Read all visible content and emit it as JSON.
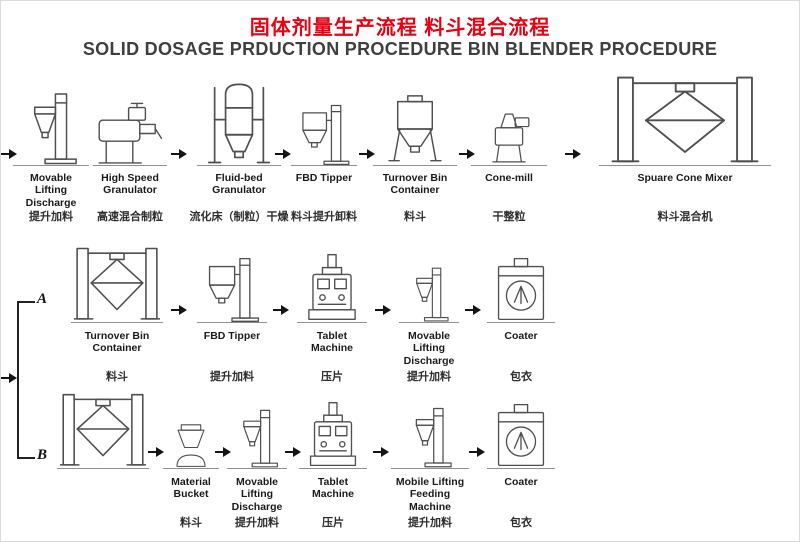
{
  "header": {
    "title_cn": "固体剂量生产流程 料斗混合流程",
    "title_en": "SOLID DOSAGE PRDUCTION PROCEDURE BIN BLENDER PROCEDURE"
  },
  "connectors": {
    "branch_a": "A",
    "branch_b": "B"
  },
  "rows": [
    {
      "items": [
        {
          "en": "Movable Lifting Discharge",
          "cn": "提升加料",
          "icon": "lifting-column-icon"
        },
        {
          "en": "High Speed Granulator",
          "cn": "高速混合制粒",
          "icon": "high-speed-granulator-icon"
        },
        {
          "en": "Fluid-bed Granulator",
          "cn": "流化床（制粒）干燥",
          "icon": "fluid-bed-tower-icon"
        },
        {
          "en": "FBD Tipper",
          "cn": "料斗提升卸料",
          "icon": "tipper-column-icon"
        },
        {
          "en": "Turnover Bin Container",
          "cn": "料斗",
          "icon": "bin-container-icon"
        },
        {
          "en": "Cone-mill",
          "cn": "干整粒",
          "icon": "cone-mill-icon"
        },
        {
          "en": "Spuare Cone Mixer",
          "cn": "料斗混合机",
          "icon": "square-cone-mixer-icon"
        }
      ]
    },
    {
      "items": [
        {
          "en": "Turnover Bin Container",
          "cn": "料斗",
          "icon": "framed-bin-icon"
        },
        {
          "en": "FBD Tipper",
          "cn": "提升加料",
          "icon": "tipper-column-icon"
        },
        {
          "en": "Tablet Machine",
          "cn": "压片",
          "icon": "tablet-press-icon"
        },
        {
          "en": "Movable Lifting Discharge",
          "cn": "提升加料",
          "icon": "lifting-column-icon"
        },
        {
          "en": "Coater",
          "cn": "包衣",
          "icon": "coater-icon"
        }
      ]
    },
    {
      "items": [
        {
          "en": "Material Bucket",
          "cn": "料斗",
          "icon": "material-bucket-icon"
        },
        {
          "en": "Movable Lifting Discharge",
          "cn": "提升加料",
          "icon": "lifting-column-icon"
        },
        {
          "en": "Tablet Machine",
          "cn": "压片",
          "icon": "tablet-press-icon"
        },
        {
          "en": "Mobile Lifting Feeding Machine",
          "cn": "提升加料",
          "icon": "lifting-column-icon"
        },
        {
          "en": "Coater",
          "cn": "包衣",
          "icon": "coater-icon"
        }
      ]
    }
  ],
  "colors": {
    "title_red": "#e60012",
    "subtitle_gray": "#3f3f3f",
    "line_art": "#4f4f4f",
    "arrow_black": "#141414"
  }
}
